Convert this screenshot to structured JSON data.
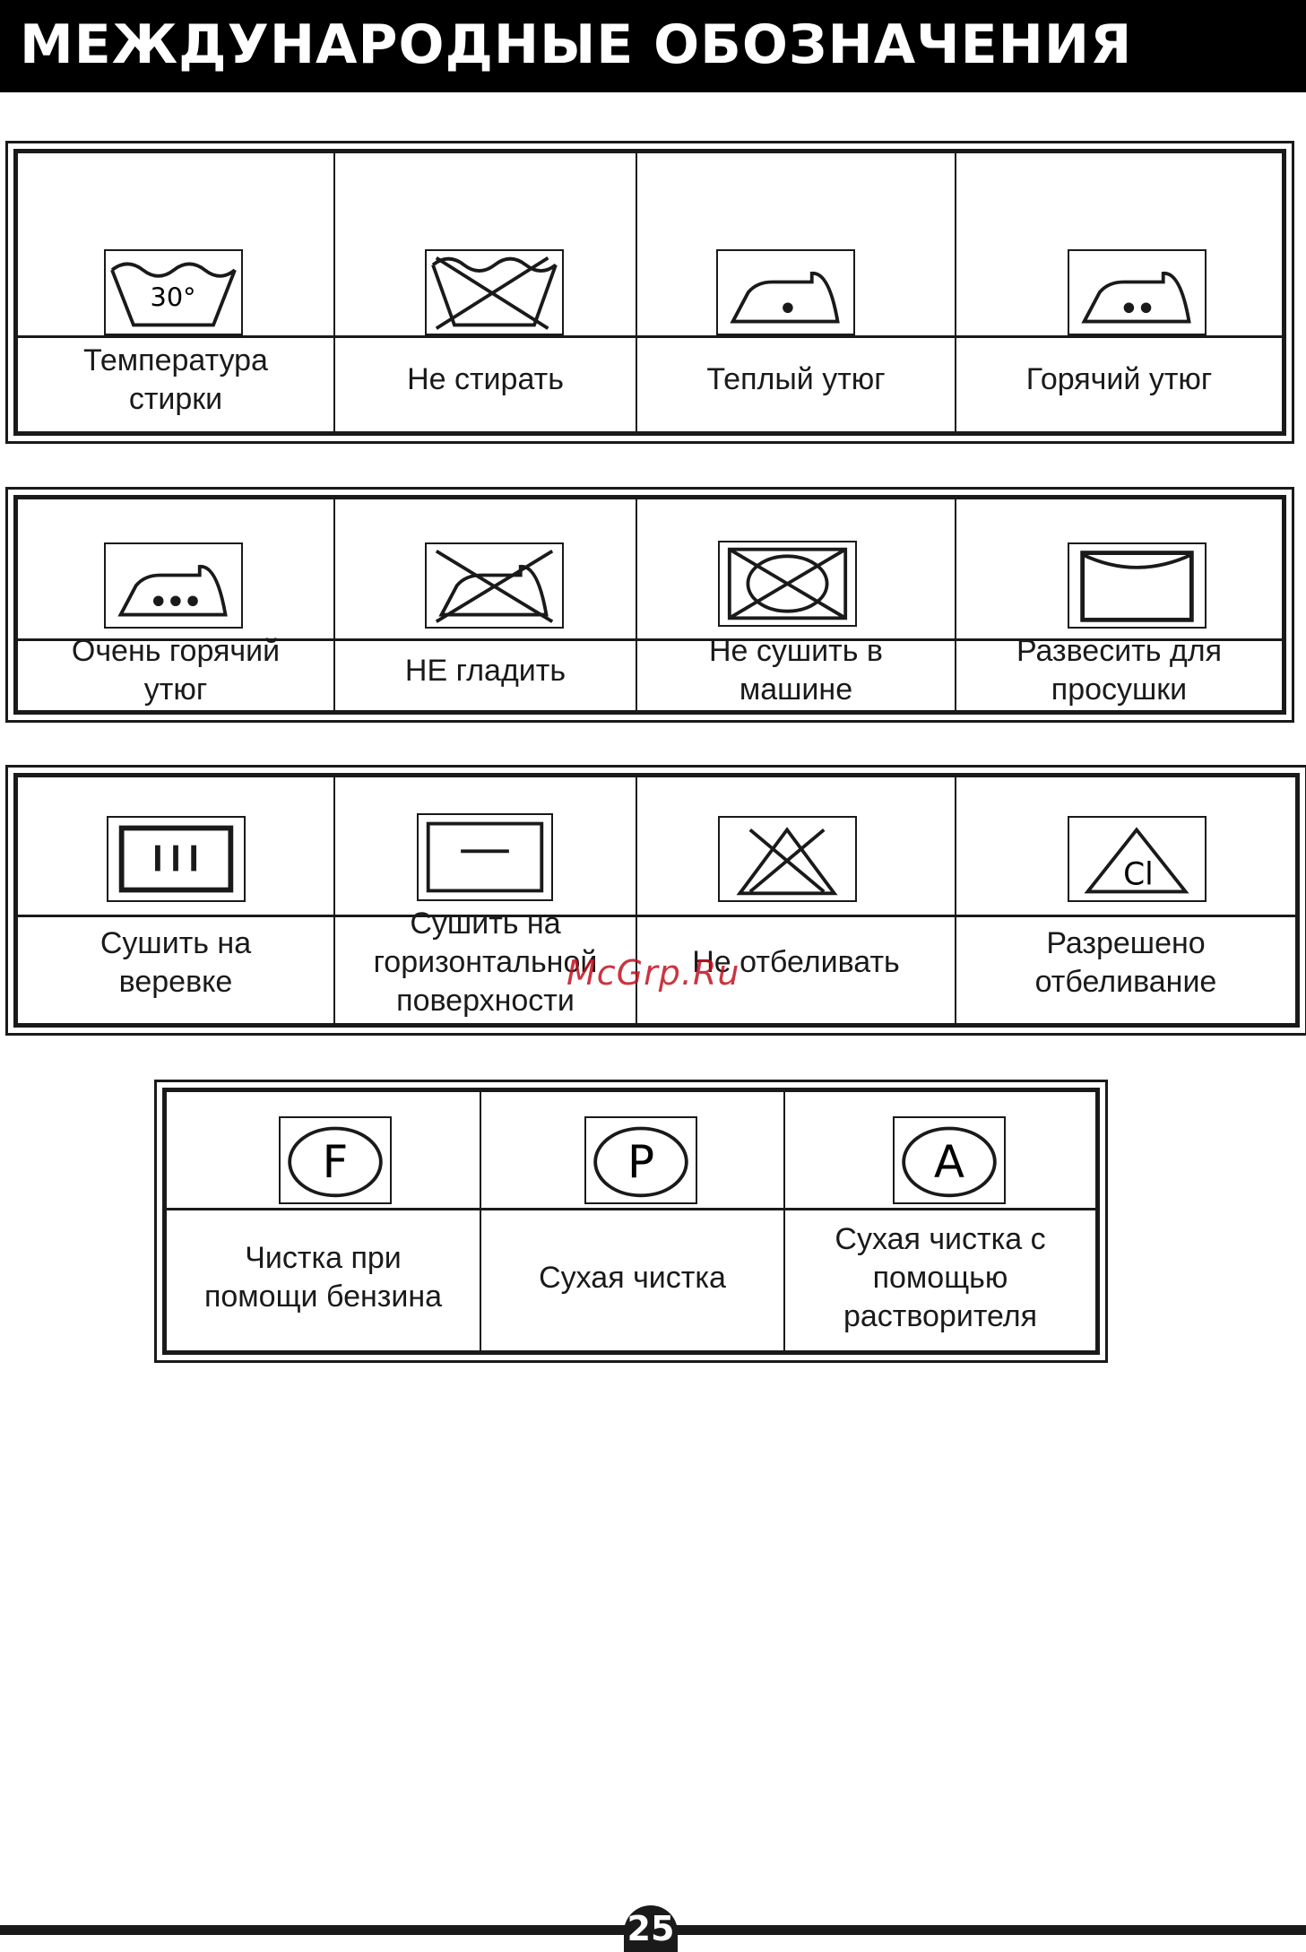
{
  "header": {
    "title": "МЕЖДУНАРОДНЫЕ ОБОЗНАЧЕНИЯ"
  },
  "table1": [
    {
      "icon": "wash-30-icon",
      "wash_temp": "30°",
      "label": "Температура\nстирки"
    },
    {
      "icon": "do-not-wash-icon",
      "label": "Не стирать"
    },
    {
      "icon": "iron-warm-icon",
      "label": "Теплый утюг"
    },
    {
      "icon": "iron-hot-icon",
      "label": "Горячий утюг"
    }
  ],
  "table2": [
    {
      "icon": "iron-very-hot-icon",
      "label": "Очень горячий\nутюг"
    },
    {
      "icon": "do-not-iron-icon",
      "label": "НЕ гладить"
    },
    {
      "icon": "do-not-tumble-dry-icon",
      "label": "Не сушить в\nмашине"
    },
    {
      "icon": "line-dry-icon",
      "label": "Развесить для\nпросушки"
    }
  ],
  "table3": [
    {
      "icon": "drip-dry-icon",
      "label": "Сушить на\nверевке"
    },
    {
      "icon": "dry-flat-icon",
      "label": "Сушить на\nгоризонтальной\nповерхности"
    },
    {
      "icon": "do-not-bleach-icon",
      "label": "Не отбеливать"
    },
    {
      "icon": "bleach-allowed-icon",
      "bleach_text": "Cl",
      "label": "Разрешено\nотбеливание"
    }
  ],
  "table4": [
    {
      "icon": "dry-clean-f-icon",
      "letter": "F",
      "label": "Чистка при\nпомощи бензина"
    },
    {
      "icon": "dry-clean-p-icon",
      "letter": "P",
      "label": "Сухая чистка"
    },
    {
      "icon": "dry-clean-a-icon",
      "letter": "A",
      "label": "Сухая чистка с\nпомощью\nрастворителя"
    }
  ],
  "watermark": "McGrp.Ru",
  "page_number": "25"
}
